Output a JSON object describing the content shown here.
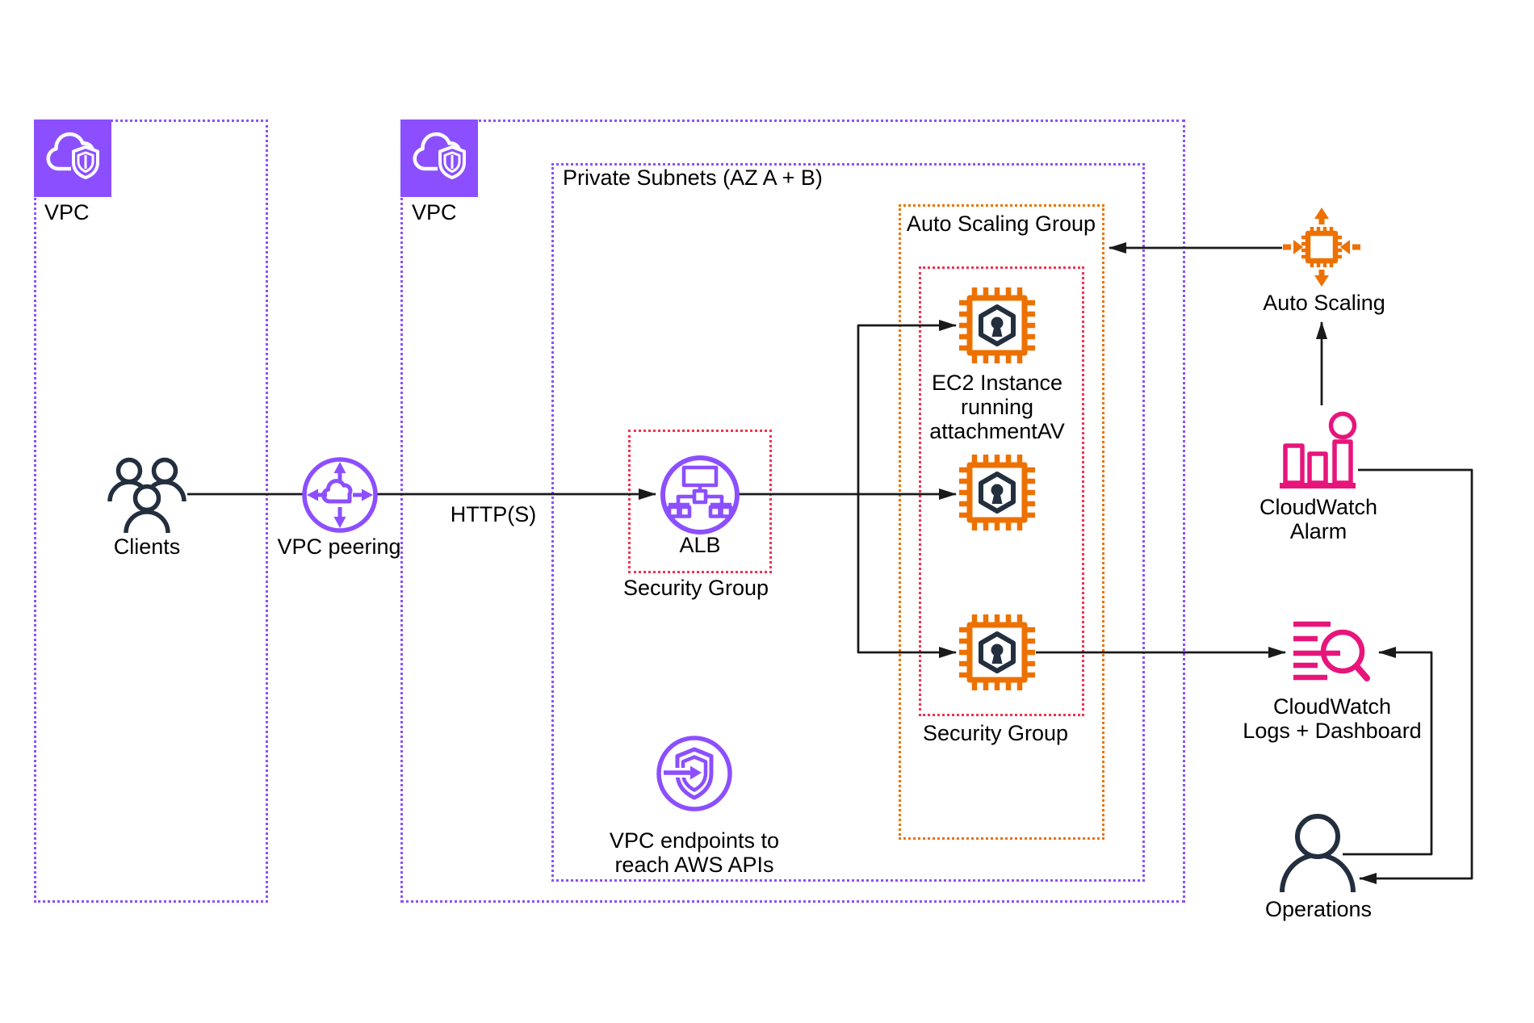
{
  "colors": {
    "purple": "#8C4FFF",
    "orange": "#ED7100",
    "red": "#F5304E",
    "pink": "#E7157B",
    "navy": "#232F3E",
    "line": "#1a1a1a",
    "text": "#000000"
  },
  "groups": {
    "vpc_left": {
      "label": "VPC"
    },
    "vpc_right": {
      "label": "VPC"
    },
    "private_subnets": {
      "label": "Private Subnets (AZ A + B)"
    },
    "auto_scaling_group": {
      "label": "Auto Scaling Group"
    },
    "security_group_alb": {
      "label": "Security Group"
    },
    "security_group_ec2": {
      "label": "Security Group"
    }
  },
  "nodes": {
    "clients": {
      "label": "Clients",
      "icon": "users-icon"
    },
    "vpc_peering": {
      "label": "VPC peering",
      "icon": "vpc-peering-icon"
    },
    "alb": {
      "label": "ALB",
      "icon": "load-balancer-icon"
    },
    "ec2": {
      "label_lines": [
        "EC2 Instance",
        "running",
        "attachmentAV"
      ],
      "count": 3,
      "icon": "ec2-instance-icon"
    },
    "vpc_endpoints": {
      "label_lines": [
        "VPC endpoints to",
        "reach AWS APIs"
      ],
      "icon": "vpc-endpoint-icon"
    },
    "auto_scaling": {
      "label": "Auto Scaling",
      "icon": "auto-scaling-icon"
    },
    "cloudwatch_alarm": {
      "label_lines": [
        "CloudWatch",
        "Alarm"
      ],
      "icon": "cloudwatch-alarm-icon"
    },
    "cloudwatch_logs": {
      "label_lines": [
        "CloudWatch",
        "Logs + Dashboard"
      ],
      "icon": "cloudwatch-logs-icon"
    },
    "operations": {
      "label": "Operations",
      "icon": "person-icon"
    }
  },
  "edges": {
    "http_label": "HTTP(S)",
    "connections": [
      "Clients - VPC peering",
      "VPC peering -> ALB (HTTP(S))",
      "ALB -> EC2 instance 1",
      "ALB -> EC2 instance 2",
      "ALB -> EC2 instance 3",
      "EC2 instance 3 -> CloudWatch Logs + Dashboard",
      "CloudWatch Alarm -> Auto Scaling",
      "Auto Scaling -> Auto Scaling Group",
      "CloudWatch Alarm -> Operations",
      "Operations -> CloudWatch Logs + Dashboard"
    ]
  }
}
